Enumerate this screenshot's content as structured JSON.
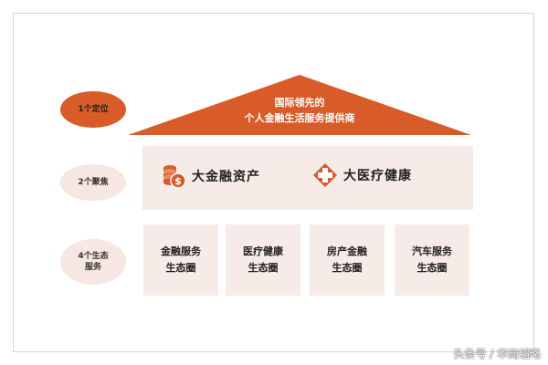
{
  "left_labels": [
    {
      "text": "1个定位"
    },
    {
      "text": "2个聚焦"
    },
    {
      "line1": "4个生态",
      "line2": "服务"
    }
  ],
  "roof": {
    "line1": "国际领先的",
    "line2": "个人金融生活服务提供商"
  },
  "focus": {
    "asset": "大金融资产",
    "health": "大医疗健康"
  },
  "ecosystems": [
    {
      "line1": "金融服务",
      "line2": "生态圈"
    },
    {
      "line1": "医疗健康",
      "line2": "生态圈"
    },
    {
      "line1": "房产金融",
      "line2": "生态圈"
    },
    {
      "line1": "汽车服务",
      "line2": "生态圈"
    }
  ],
  "watermark": "头条号 / 华商韬略",
  "colors": {
    "accent": "#d95c28",
    "light": "#f6ebe7"
  },
  "icons": {
    "asset": "coin-stack-dollar-icon",
    "health": "medical-cross-icon"
  }
}
